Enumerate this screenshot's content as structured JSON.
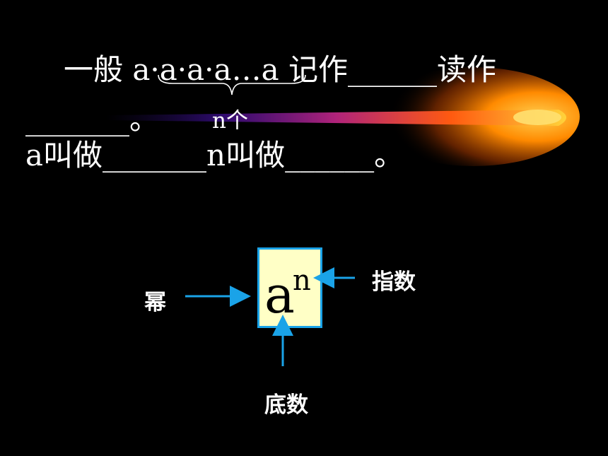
{
  "slide": {
    "line1": "一般  a·a·a·a…a 记作______读作",
    "line2": "_______。",
    "n_count": "n个",
    "line3": "a叫做_______n叫做______。",
    "formula": {
      "base": "a",
      "exponent": "n"
    },
    "labels": {
      "power": "幂",
      "exponent": "指数",
      "base": "底数"
    },
    "colors": {
      "background": "#000000",
      "text": "#ffffff",
      "box_fill": "#ffffc6",
      "arrow": "#1aa3e8",
      "comet": "#ff9a00"
    }
  }
}
